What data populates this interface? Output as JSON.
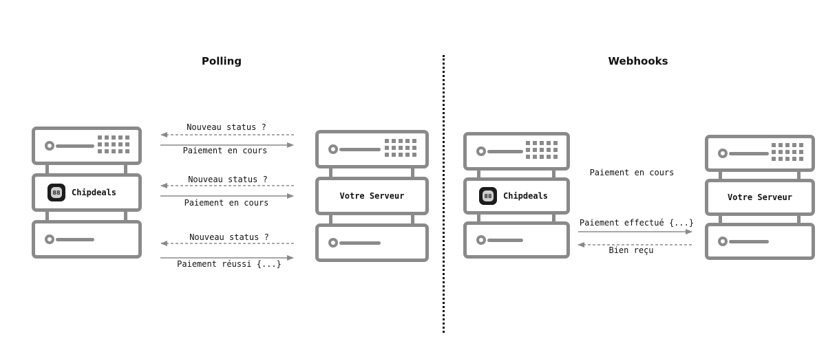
{
  "polling": {
    "title": "Polling",
    "client_label": "Chipdeals",
    "server_label": "Votre Serveur",
    "messages": [
      {
        "request": "Nouveau status ?",
        "response": "Paiement en cours"
      },
      {
        "request": "Nouveau status ?",
        "response": "Paiement en cours"
      },
      {
        "request": "Nouveau status ?",
        "response": "Paiement réussi {...}"
      }
    ]
  },
  "webhooks": {
    "title": "Webhooks",
    "client_label": "Chipdeals",
    "server_label": "Votre Serveur",
    "status_text": "Paiement en cours",
    "notification": "Paiement effectué {...}",
    "acknowledgement": "Bien reçu"
  },
  "colors": {
    "server_stroke": "#8a8a8a",
    "text": "#111111",
    "logo_bg": "#1c1c1c"
  },
  "icons": {
    "client_logo": "chipdeals-logo-icon"
  }
}
